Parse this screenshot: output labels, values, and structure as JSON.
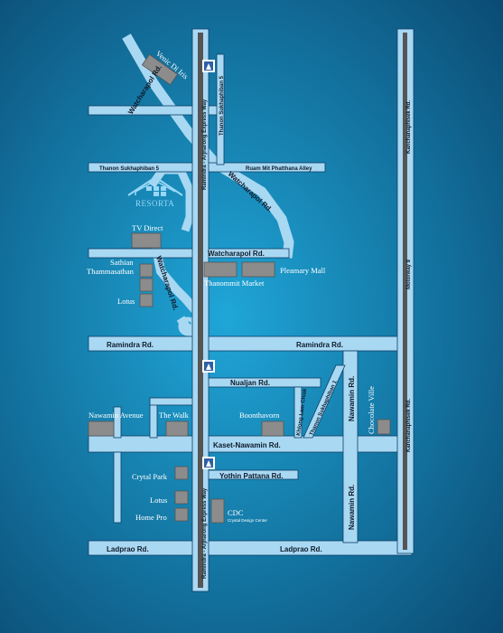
{
  "colors": {
    "background_center": "#1fa6d8",
    "background_edge": "#0a4a72",
    "road": "#a9d8f3",
    "building": "#8c8c8c",
    "highway": "#555555",
    "resorta_logo": "#9ad7f7"
  },
  "roads": {
    "expressway": "Ramindra - Arjnarong Express Way",
    "sukhaphiban5_vertical": "Thanon Sukhaphiban 5",
    "sukhaphiban5_horizontal": "Thanon Sukhaphiban 5",
    "ruam_mit": "Ruam Mit Phatthana Alley",
    "watcharapol_top": "Watcharapol Rd.",
    "watcharapol_diag": "Watcharapol Rd.",
    "watcharapol_mid": "Watcharapol Rd.",
    "watcharapol_vertical": "Watcharapol Rd.",
    "ramindra_left": "Ramindra Rd.",
    "ramindra_right": "Ramindra Rd.",
    "nualjan": "Nualjan Rd.",
    "khlong_lam_chiak": "Khlong Lam Chiak",
    "thanon_sukhaphiban1": "Thanon Sukhaphiban 1",
    "navamin": "Nawamin Rd.",
    "kaset_nawamin": "Kaset-Nawamin Rd.",
    "yothin_pattana": "Yothin Pattana Rd.",
    "ladprao_left": "Ladprao Rd.",
    "ladprao_right": "Ladprao Rd.",
    "kanchanaphisek_top": "Kanchanaphisek Rd.",
    "kanchanaphisek_bottom": "Kanchanaphisek Rd.",
    "motorway": "Motorway 9"
  },
  "places": {
    "venic": "Venic Di Iris",
    "resorta": "RESORTA",
    "tv_direct": "TV Direct",
    "sathian_line1": "Sathian",
    "sathian_line2": "Thammasathan",
    "lotus_top": "Lotus",
    "thanommit": "Thanommit Market",
    "pleamary": "Pleamary Mall",
    "nawamin_avenue": "Nawamin Avenue",
    "the_walk": "The Walk",
    "boonthavorn": "Boonthavorn",
    "chocolate_ville": "Chocolate Ville",
    "crystal_park": "Crytal Park",
    "lotus_bottom": "Lotus",
    "home_pro": "Home Pro",
    "cdc": "CDC",
    "cdc_full": "Crystal Design Center"
  },
  "icons": {
    "highway_sign": "expressway-sign-icon",
    "house": "house-logo-icon"
  }
}
